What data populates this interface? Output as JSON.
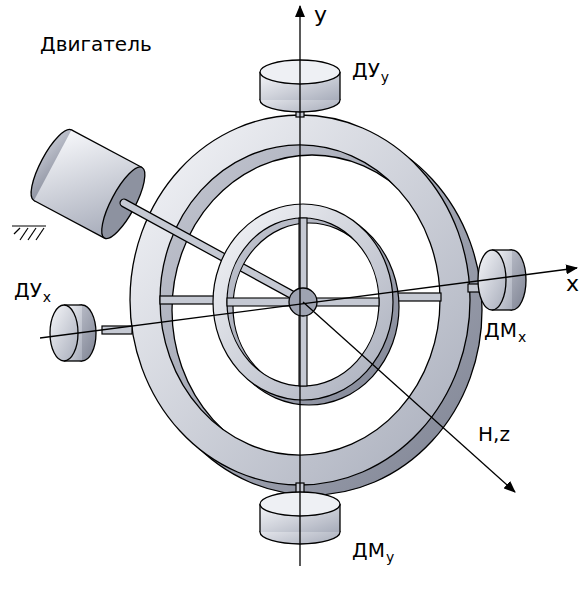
{
  "diagram": {
    "labels": [
      "y",
      "Двигатель",
      "ДУ",
      "y",
      "x",
      "ДУ",
      "x",
      "ДМ",
      "x",
      "ДМ",
      "y",
      "H,z"
    ]
  }
}
